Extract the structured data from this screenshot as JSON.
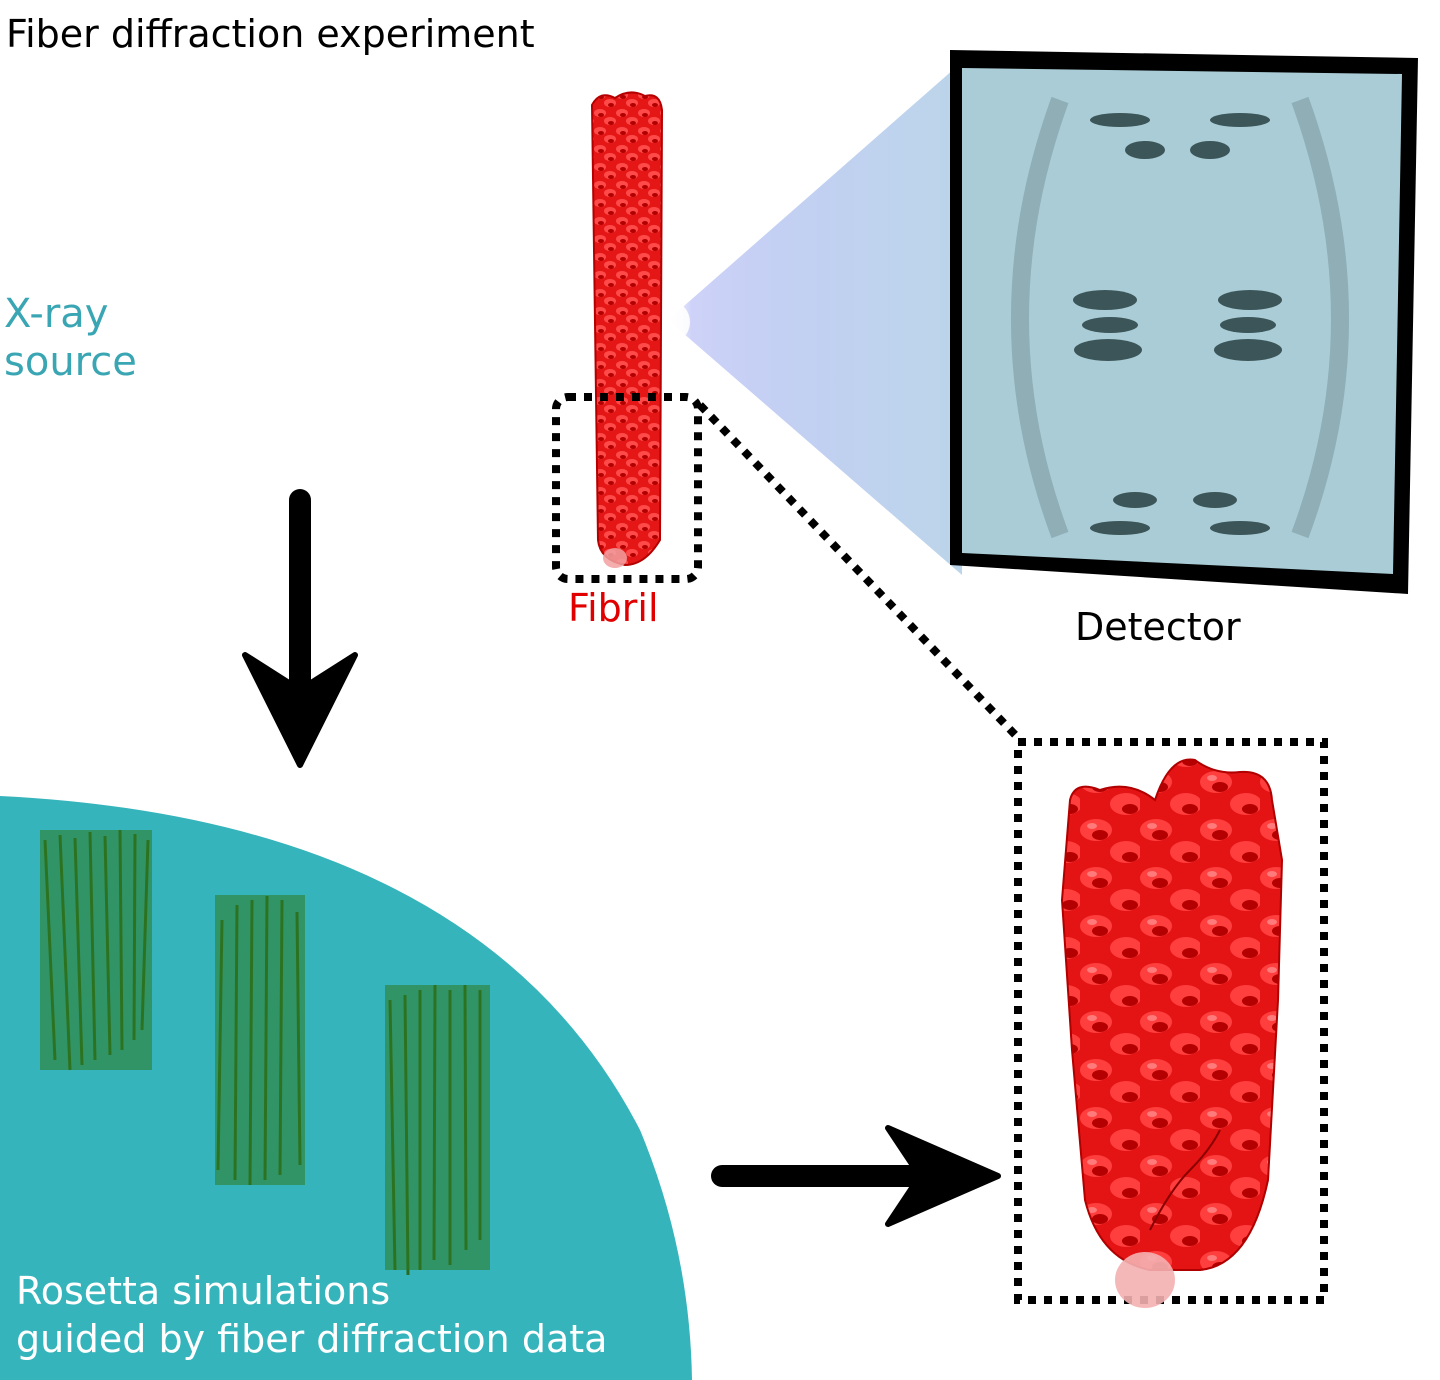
{
  "title": "Fiber diffraction experiment",
  "source": {
    "line1": "X-ray",
    "line2": "source"
  },
  "fibril_label": "Fibril",
  "detector_label": "Detector",
  "rosetta": {
    "line1": "Rosetta simulations",
    "line2": "guided by fiber diffraction data"
  },
  "colors": {
    "xray": "#3aa6b4",
    "fibril": "#e00000",
    "teal_region": "#36b4bb",
    "detector_face": "#a9ccd6",
    "detector_frame": "#000000",
    "structures": "#2a6b1f",
    "arrows": "#000000"
  }
}
